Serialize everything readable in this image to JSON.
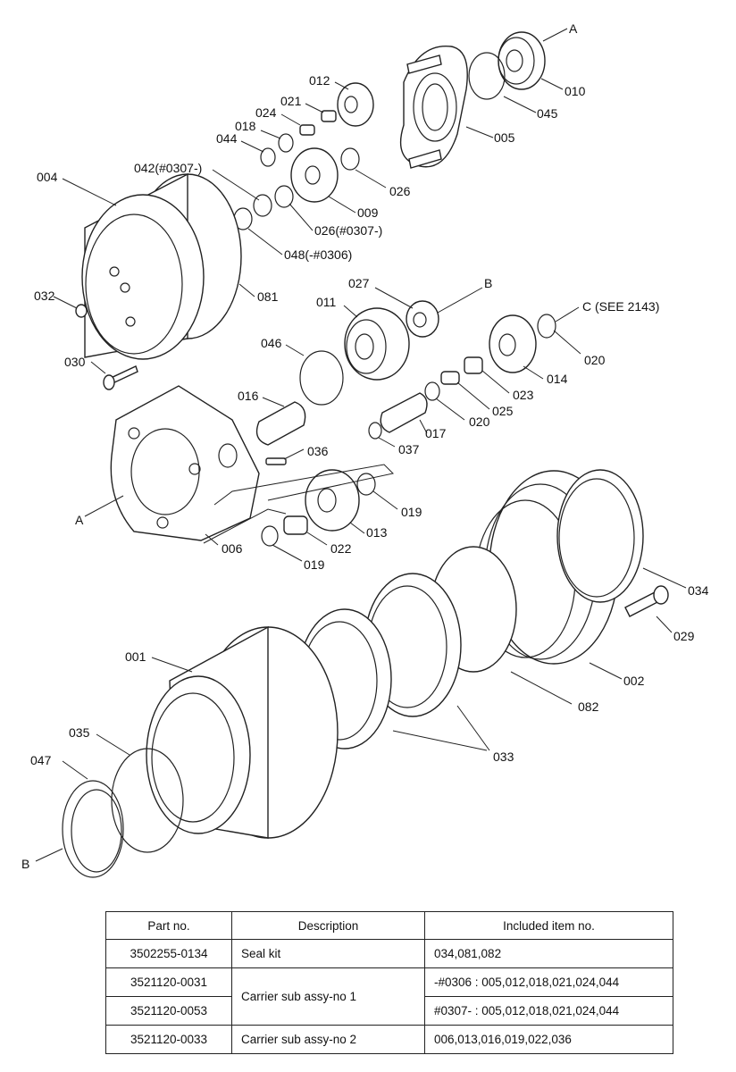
{
  "labels": [
    {
      "id": "A-top",
      "text": "A"
    },
    {
      "id": "010",
      "text": "010"
    },
    {
      "id": "012",
      "text": "012"
    },
    {
      "id": "045",
      "text": "045"
    },
    {
      "id": "021",
      "text": "021"
    },
    {
      "id": "024",
      "text": "024"
    },
    {
      "id": "018",
      "text": "018"
    },
    {
      "id": "005",
      "text": "005"
    },
    {
      "id": "044",
      "text": "044"
    },
    {
      "id": "042",
      "text": "042(#0307-)"
    },
    {
      "id": "004",
      "text": "004"
    },
    {
      "id": "026a",
      "text": "026"
    },
    {
      "id": "009",
      "text": "009"
    },
    {
      "id": "026b",
      "text": "026(#0307-)"
    },
    {
      "id": "048",
      "text": "048(-#0306)"
    },
    {
      "id": "032",
      "text": "032"
    },
    {
      "id": "081",
      "text": "081"
    },
    {
      "id": "027",
      "text": "027"
    },
    {
      "id": "B-top",
      "text": "B"
    },
    {
      "id": "011",
      "text": "011"
    },
    {
      "id": "C",
      "text": "C (SEE 2143)"
    },
    {
      "id": "046",
      "text": "046"
    },
    {
      "id": "020a",
      "text": "020"
    },
    {
      "id": "030",
      "text": "030"
    },
    {
      "id": "014",
      "text": "014"
    },
    {
      "id": "023",
      "text": "023"
    },
    {
      "id": "016",
      "text": "016"
    },
    {
      "id": "025",
      "text": "025"
    },
    {
      "id": "020b",
      "text": "020"
    },
    {
      "id": "017",
      "text": "017"
    },
    {
      "id": "037",
      "text": "037"
    },
    {
      "id": "036",
      "text": "036"
    },
    {
      "id": "019a",
      "text": "019"
    },
    {
      "id": "A-mid",
      "text": "A"
    },
    {
      "id": "013",
      "text": "013"
    },
    {
      "id": "022",
      "text": "022"
    },
    {
      "id": "006",
      "text": "006"
    },
    {
      "id": "019b",
      "text": "019"
    },
    {
      "id": "034",
      "text": "034"
    },
    {
      "id": "029",
      "text": "029"
    },
    {
      "id": "001",
      "text": "001"
    },
    {
      "id": "002",
      "text": "002"
    },
    {
      "id": "082",
      "text": "082"
    },
    {
      "id": "035",
      "text": "035"
    },
    {
      "id": "033",
      "text": "033"
    },
    {
      "id": "047",
      "text": "047"
    },
    {
      "id": "B-bot",
      "text": "B"
    }
  ],
  "table": {
    "headers": [
      "Part no.",
      "Description",
      "Included item no."
    ],
    "rows": [
      {
        "part": "3502255-0134",
        "desc": "Seal kit",
        "items": "034,081,082"
      },
      {
        "part": "3521120-0031",
        "desc": "Carrier sub assy-no 1",
        "items": "-#0306 : 005,012,018,021,024,044"
      },
      {
        "part": "3521120-0053",
        "desc": "",
        "items": "#0307- : 005,012,018,021,024,044"
      },
      {
        "part": "3521120-0033",
        "desc": "Carrier sub assy-no 2",
        "items": "006,013,016,019,022,036"
      }
    ]
  }
}
